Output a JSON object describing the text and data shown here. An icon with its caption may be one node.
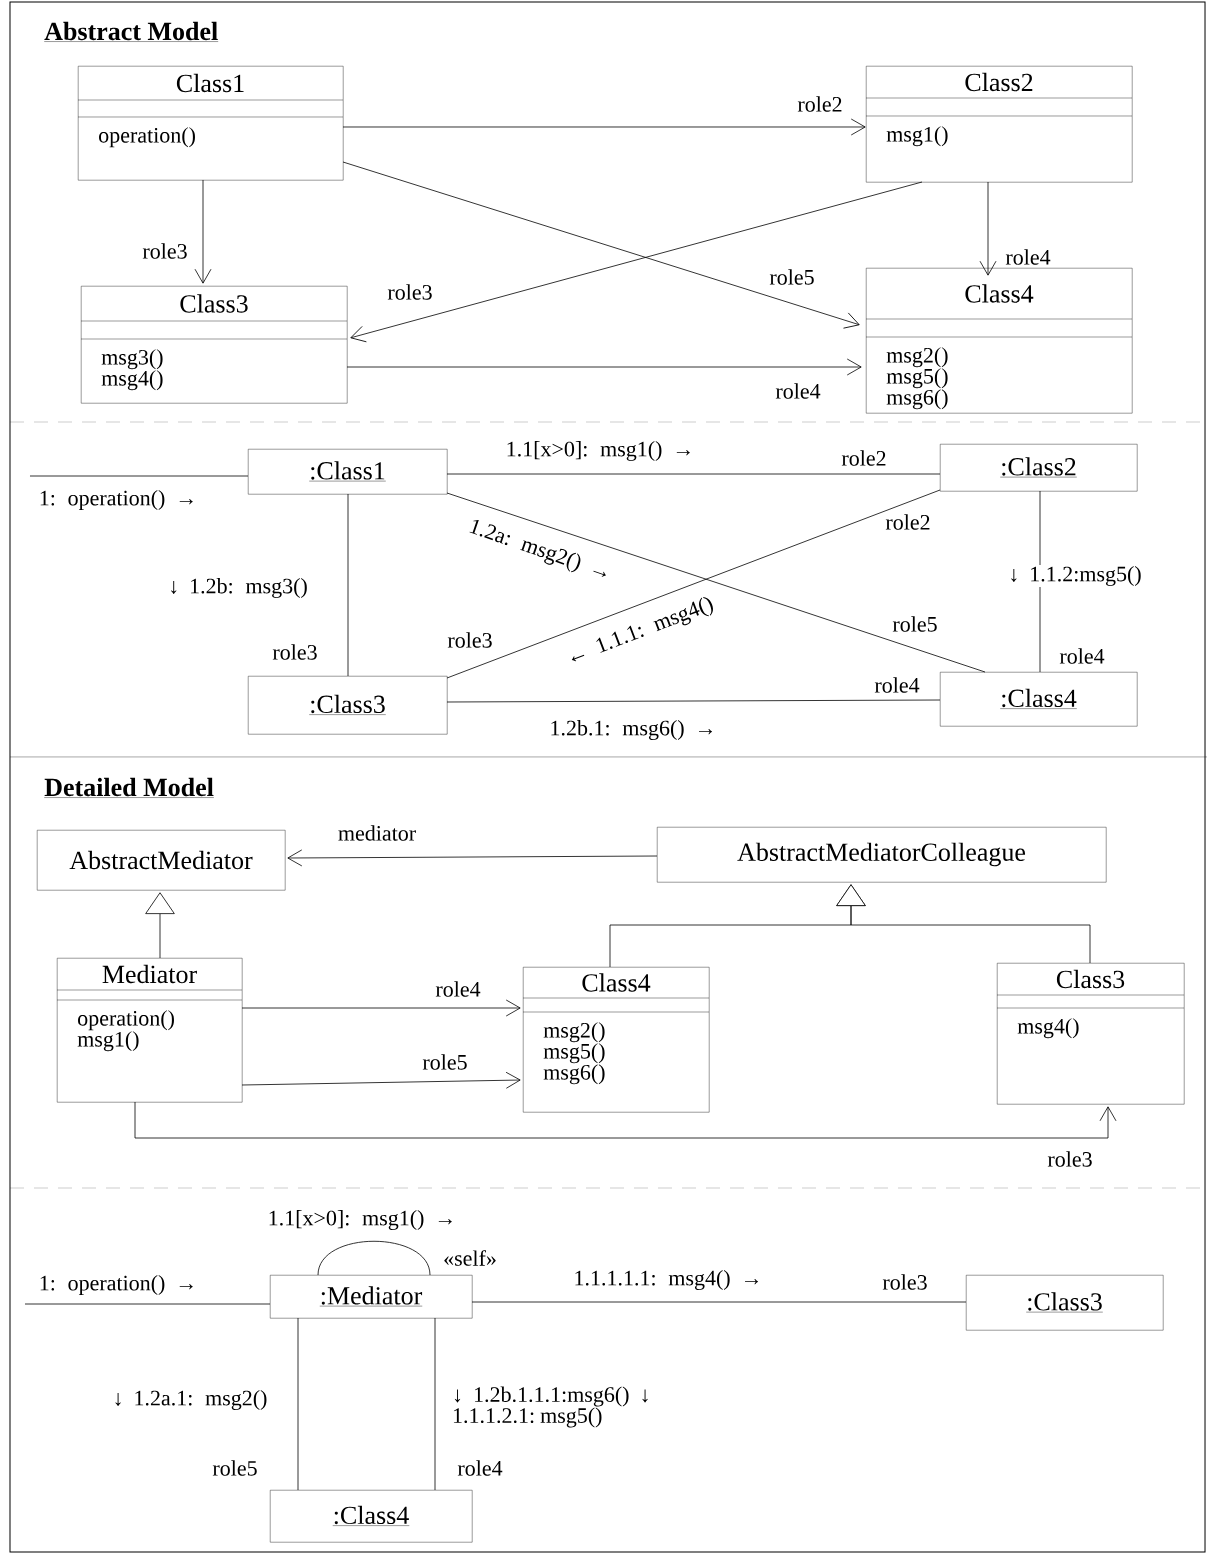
{
  "diagram": {
    "nodes": [
      {
        "text": [
          "Class1",
          "operation()"
        ]
      },
      {
        "text": [
          "Class2",
          "msg1()"
        ]
      },
      {
        "text": [
          "Class3",
          "msg3() msg4()"
        ]
      },
      {
        "text": [
          "Class4",
          "msg2() msg5() msg6()"
        ]
      },
      {
        "text": [
          ":Class1"
        ]
      },
      {
        "text": [
          ":Class2"
        ]
      },
      {
        "text": [
          ":Class3"
        ]
      },
      {
        "text": [
          ":Class4"
        ]
      },
      {
        "text": [
          "AbstractMediator"
        ]
      },
      {
        "text": [
          "AbstractMediatorColleague"
        ]
      },
      {
        "text": [
          "Mediator",
          "operation() msg1()"
        ]
      },
      {
        "text": [
          "Class4",
          "msg2() msg5() msg6()"
        ]
      },
      {
        "text": [
          "Class3",
          "msg4()"
        ]
      },
      {
        "text": [
          ":Mediator"
        ]
      },
      {
        "text": [
          ":Class3"
        ]
      },
      {
        "text": [
          ":Class4"
        ]
      }
    ],
    "edges": [
      {
        "from": 0,
        "to": 1,
        "arrow": "to"
      },
      {
        "from": 0,
        "to": 3,
        "arrow": "to"
      },
      {
        "from": 0,
        "to": 2,
        "arrow": "to"
      },
      {
        "from": 1,
        "to": 3,
        "arrow": "to"
      },
      {
        "from": 1,
        "to": 2,
        "arrow": "to"
      },
      {
        "from": 2,
        "to": 3,
        "arrow": "to"
      },
      {
        "from": null,
        "to": 4,
        "arrow": "none",
        "label": "1: operation() →"
      },
      {
        "from": 4,
        "to": 5,
        "arrow": "none",
        "label": "1.1[x>0]: msg1() →"
      },
      {
        "from": 4,
        "to": 7,
        "arrow": "none",
        "label": "1.2a: msg2() →"
      },
      {
        "from": 4,
        "to": 6,
        "arrow": "none",
        "label": "↓ 1.2b: msg3()"
      },
      {
        "from": 5,
        "to": 6,
        "arrow": "none",
        "label": "← 1.1.1: msg4()"
      },
      {
        "from": 5,
        "to": 7,
        "arrow": "none",
        "label": "↓ 1.1.2:msg5()"
      },
      {
        "from": 6,
        "to": 7,
        "arrow": "none",
        "label": "1.2b.1: msg6() →"
      },
      {
        "from": 9,
        "to": 8,
        "arrow": "to"
      },
      {
        "from": 10,
        "to": 8,
        "arrow": "to"
      },
      {
        "from": 11,
        "to": 9,
        "arrow": "to"
      },
      {
        "from": 12,
        "to": 9,
        "arrow": "to"
      },
      {
        "from": 10,
        "to": 11,
        "arrow": "to"
      },
      {
        "from": 10,
        "to": 11,
        "arrow": "to"
      },
      {
        "from": 10,
        "to": 12,
        "arrow": "to"
      },
      {
        "from": null,
        "to": 13,
        "arrow": "none",
        "label": "1: operation() →"
      },
      {
        "from": 13,
        "to": 13,
        "arrow": "none",
        "label": "1.1[x>0]: msg1() →"
      },
      {
        "from": 13,
        "to": 14,
        "arrow": "none",
        "label": "1.1.1.1.1: msg4() →"
      },
      {
        "from": 13,
        "to": 15,
        "arrow": "none",
        "label": "↓ 1.2a.1: msg2()"
      },
      {
        "from": 13,
        "to": 15,
        "arrow": "none",
        "label": "↓ 1.2b.1.1.1:msg6() ↓ 1.1.1.2.1: msg5()"
      }
    ],
    "labels": [
      "Abstract Model",
      "role2",
      "role3",
      "role4",
      "role5",
      "role3",
      "role4",
      "role2",
      "role2",
      "role3",
      "role3",
      "role5",
      "role4",
      "role4",
      "Detailed Model",
      "mediator",
      "role4",
      "role5",
      "role3",
      "«self»",
      "role3",
      "role5",
      "role4"
    ]
  }
}
